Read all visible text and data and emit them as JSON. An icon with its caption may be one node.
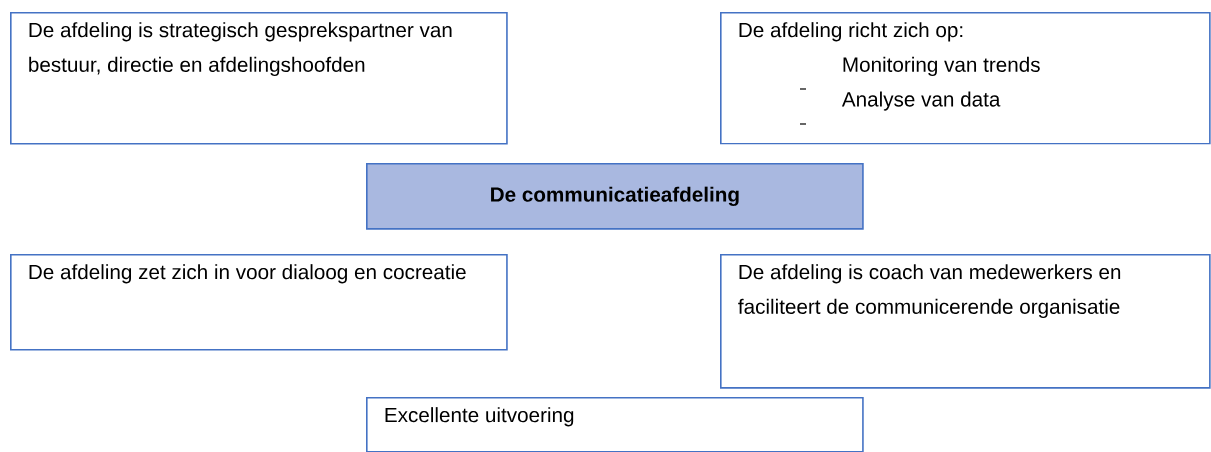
{
  "diagram": {
    "nodes": [
      {
        "text": [
          "De afdeling is strategisch gesprekspartner van bestuur, directie en afdelingshoofden"
        ]
      },
      {
        "text": [
          "De afdeling richt zich op:",
          "Monitoring van trends",
          "Analyse van data"
        ]
      },
      {
        "text": [
          "De communicatieafdeling"
        ]
      },
      {
        "text": [
          "De afdeling zet zich in voor dialoog en cocreatie"
        ]
      },
      {
        "text": [
          "De afdeling is coach van medewerkers en faciliteert de communicerende organisatie"
        ]
      },
      {
        "text": [
          "Excellente uitvoering"
        ]
      }
    ]
  }
}
